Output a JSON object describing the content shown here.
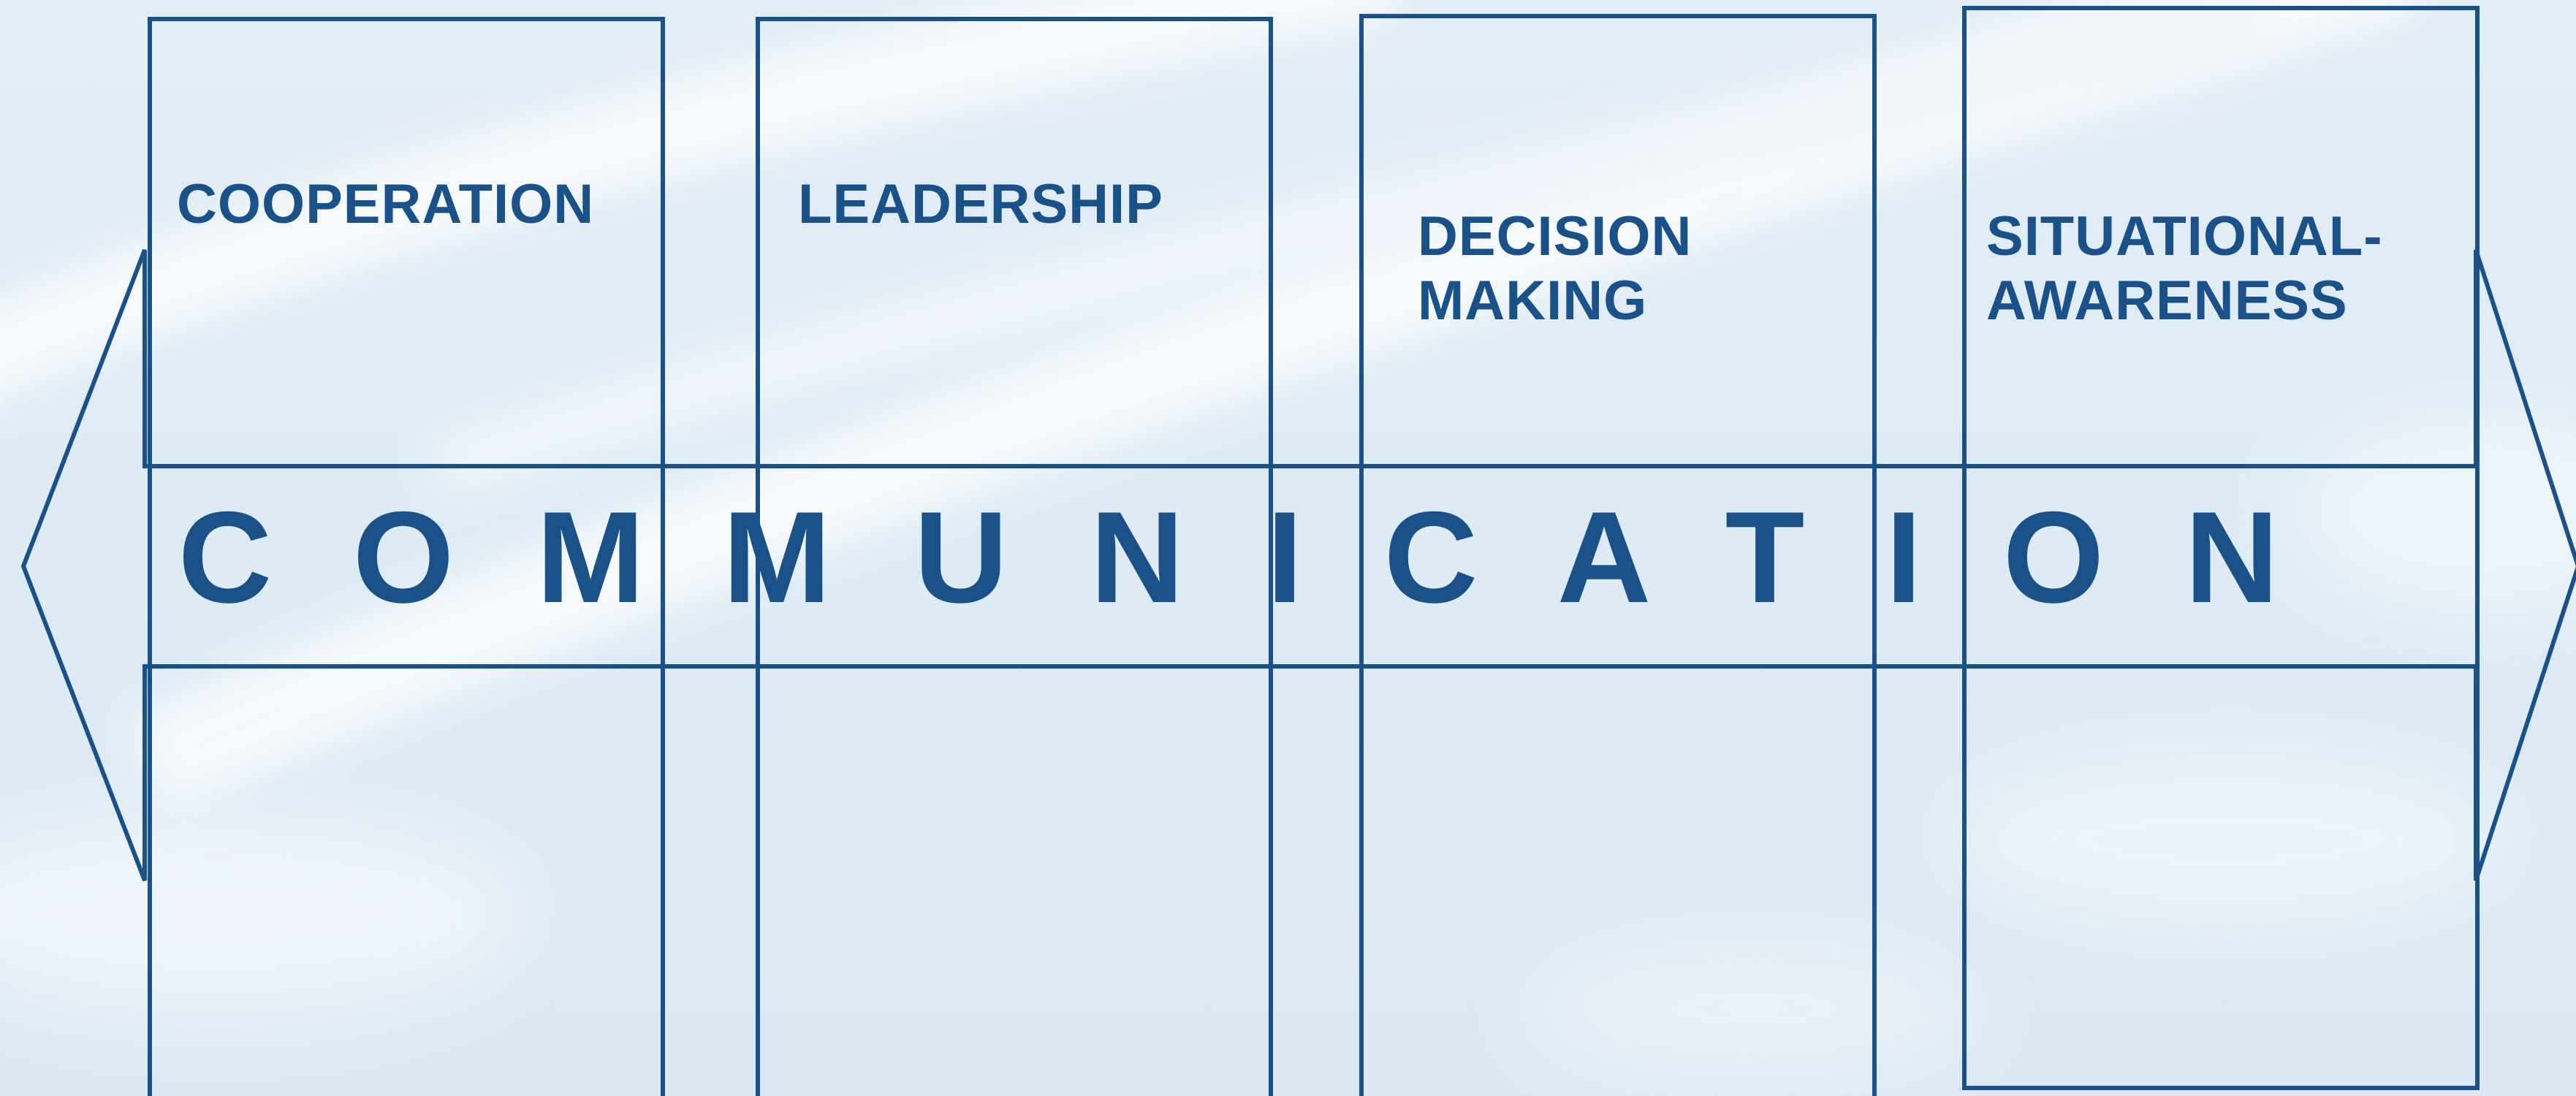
{
  "pillars": [
    {
      "title": "COOPERATION"
    },
    {
      "title": "LEADERSHIP"
    },
    {
      "title": "DECISION\nMAKING"
    },
    {
      "title": "SITUATIONAL-\nAWARENESS"
    }
  ],
  "banner": {
    "word": "COMMUNICATION",
    "letters": [
      "C",
      "O",
      "M",
      "M",
      "U",
      "N",
      "I",
      "C",
      "A",
      "T",
      "I",
      "O",
      "N"
    ]
  },
  "colors": {
    "stroke": "#1a5189",
    "text": "#1a5189",
    "sky": "#e3edf6"
  }
}
